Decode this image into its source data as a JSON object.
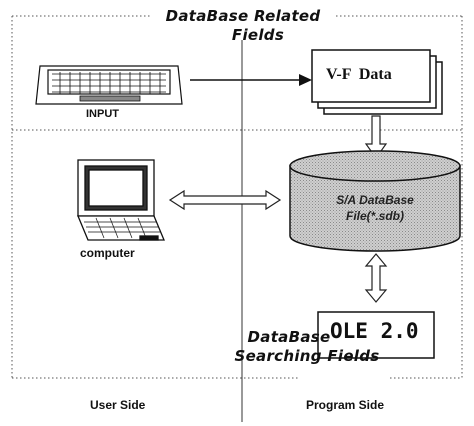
{
  "regions": {
    "top_title_line1": "DataBase Related",
    "top_title_line2": "Fields",
    "bottom_title_line1": "DataBase",
    "bottom_title_line2": "Searching Fields"
  },
  "nodes": {
    "input_label": "INPUT",
    "computer_label": "computer",
    "vf_data_label": "V-F  Data",
    "database_line1": "S/A DataBase",
    "database_line2": "File(*.sdb)",
    "ole_label": "OLE 2.0"
  },
  "sides": {
    "user_side": "User Side",
    "program_side": "Program Side"
  },
  "icons": {
    "keyboard": "keyboard-icon",
    "laptop": "laptop-icon",
    "database": "database-cylinder-icon",
    "documents": "stacked-documents-icon"
  }
}
